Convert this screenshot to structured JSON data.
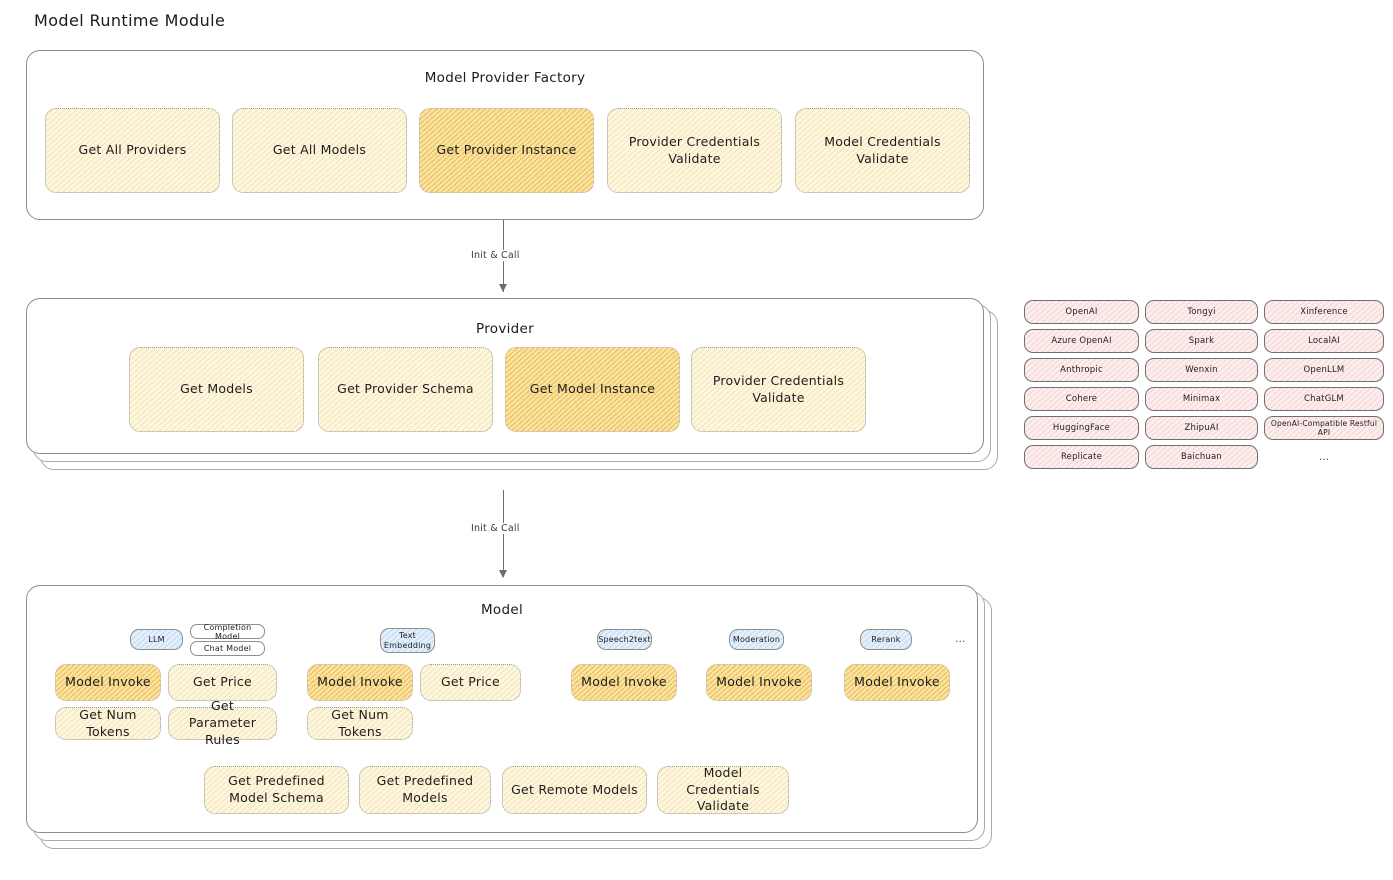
{
  "page": {
    "title": "Model Runtime Module"
  },
  "factory": {
    "title": "Model Provider Factory",
    "cards": [
      {
        "label": "Get All Providers",
        "highlight": false
      },
      {
        "label": "Get All Models",
        "highlight": false
      },
      {
        "label": "Get Provider Instance",
        "highlight": true
      },
      {
        "label": "Provider Credentials Validate",
        "highlight": false
      },
      {
        "label": "Model Credentials Validate",
        "highlight": false
      }
    ]
  },
  "connector1": {
    "label": "Init & Call"
  },
  "provider": {
    "title": "Provider",
    "cards": [
      {
        "label": "Get Models",
        "highlight": false
      },
      {
        "label": "Get Provider Schema",
        "highlight": false
      },
      {
        "label": "Get Model Instance",
        "highlight": true
      },
      {
        "label": "Provider Credentials Validate",
        "highlight": false
      }
    ]
  },
  "provider_list": {
    "columns": [
      [
        "OpenAI",
        "Azure OpenAI",
        "Anthropic",
        "Cohere",
        "HuggingFace",
        "Replicate"
      ],
      [
        "Tongyi",
        "Spark",
        "Wenxin",
        "Minimax",
        "ZhipuAI",
        "Baichuan"
      ],
      [
        "Xinference",
        "LocalAI",
        "OpenLLM",
        "ChatGLM",
        "OpenAI-Compatible Restful API"
      ]
    ],
    "ellipsis": "..."
  },
  "connector2": {
    "label": "Init & Call"
  },
  "model": {
    "title": "Model",
    "ellipsis": "...",
    "groups": [
      {
        "badge": "LLM",
        "sub_badges": [
          "Completion Model",
          "Chat Model"
        ],
        "cards": [
          {
            "label": "Model Invoke",
            "highlight": true
          },
          {
            "label": "Get Price",
            "highlight": false
          },
          {
            "label": "Get Num Tokens",
            "highlight": false
          },
          {
            "label": "Get Parameter Rules",
            "highlight": false
          }
        ]
      },
      {
        "badge": "Text Embedding",
        "sub_badges": [],
        "cards": [
          {
            "label": "Model Invoke",
            "highlight": true
          },
          {
            "label": "Get Price",
            "highlight": false
          },
          {
            "label": "Get Num Tokens",
            "highlight": false
          }
        ]
      },
      {
        "badge": "Speech2text",
        "sub_badges": [],
        "cards": [
          {
            "label": "Model Invoke",
            "highlight": true
          }
        ]
      },
      {
        "badge": "Moderation",
        "sub_badges": [],
        "cards": [
          {
            "label": "Model Invoke",
            "highlight": true
          }
        ]
      },
      {
        "badge": "Rerank",
        "sub_badges": [],
        "cards": [
          {
            "label": "Model Invoke",
            "highlight": true
          }
        ]
      }
    ],
    "bottom_cards": [
      {
        "label": "Get Predefined Model Schema",
        "highlight": false
      },
      {
        "label": "Get Predefined Models",
        "highlight": false
      },
      {
        "label": "Get Remote Models",
        "highlight": false
      },
      {
        "label": "Model Credentials Validate",
        "highlight": false
      }
    ]
  }
}
